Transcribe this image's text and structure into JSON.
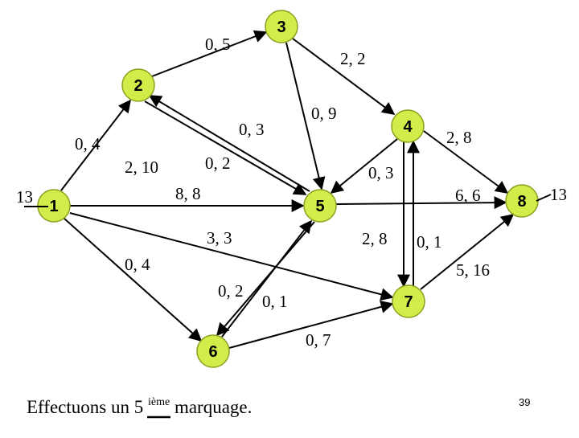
{
  "graph": {
    "nodes": [
      {
        "id": "1",
        "label": "1"
      },
      {
        "id": "2",
        "label": "2"
      },
      {
        "id": "3",
        "label": "3"
      },
      {
        "id": "4",
        "label": "4"
      },
      {
        "id": "5",
        "label": "5"
      },
      {
        "id": "6",
        "label": "6"
      },
      {
        "id": "7",
        "label": "7"
      },
      {
        "id": "8",
        "label": "8"
      }
    ],
    "edges": [
      {
        "from": "1",
        "to": "2",
        "label": "0, 4"
      },
      {
        "from": "2",
        "to": "3",
        "label": "0, 5"
      },
      {
        "from": "3",
        "to": "4",
        "label": "2, 2"
      },
      {
        "from": "3",
        "to": "5",
        "label": "0, 9"
      },
      {
        "from": "5",
        "to": "2",
        "label": "0, 3"
      },
      {
        "from": "2",
        "to": "5",
        "label": "0, 2"
      },
      {
        "from": "1",
        "to": "5",
        "label": "8, 8"
      },
      {
        "from": "4",
        "to": "5",
        "label": "0, 3"
      },
      {
        "from": "4",
        "to": "8",
        "label": "2, 8"
      },
      {
        "from": "4",
        "to": "7",
        "label": "0, 1"
      },
      {
        "from": "7",
        "to": "4",
        "label": "2, 8"
      },
      {
        "from": "5",
        "to": "8",
        "label": "6, 6"
      },
      {
        "from": "1",
        "to": "7",
        "label": "3, 3"
      },
      {
        "from": "1",
        "to": "6",
        "label": "0, 4"
      },
      {
        "from": "6",
        "to": "5",
        "label": "0, 1"
      },
      {
        "from": "5",
        "to": "6",
        "label": "0, 2"
      },
      {
        "from": "7",
        "to": "8",
        "label": "5, 16"
      },
      {
        "from": "6",
        "to": "7",
        "label": "0, 7"
      },
      {
        "from": "1",
        "to": "5",
        "label": "2, 10"
      }
    ],
    "source_flow": "13",
    "sink_flow": "13"
  },
  "caption": {
    "prefix": "Effectuons un 5",
    "superscript": "ième",
    "suffix": " marquage."
  },
  "page_number": "39",
  "colors": {
    "node_fill": "#d4ec4a",
    "node_stroke": "#8aa020",
    "edge": "#000000"
  }
}
